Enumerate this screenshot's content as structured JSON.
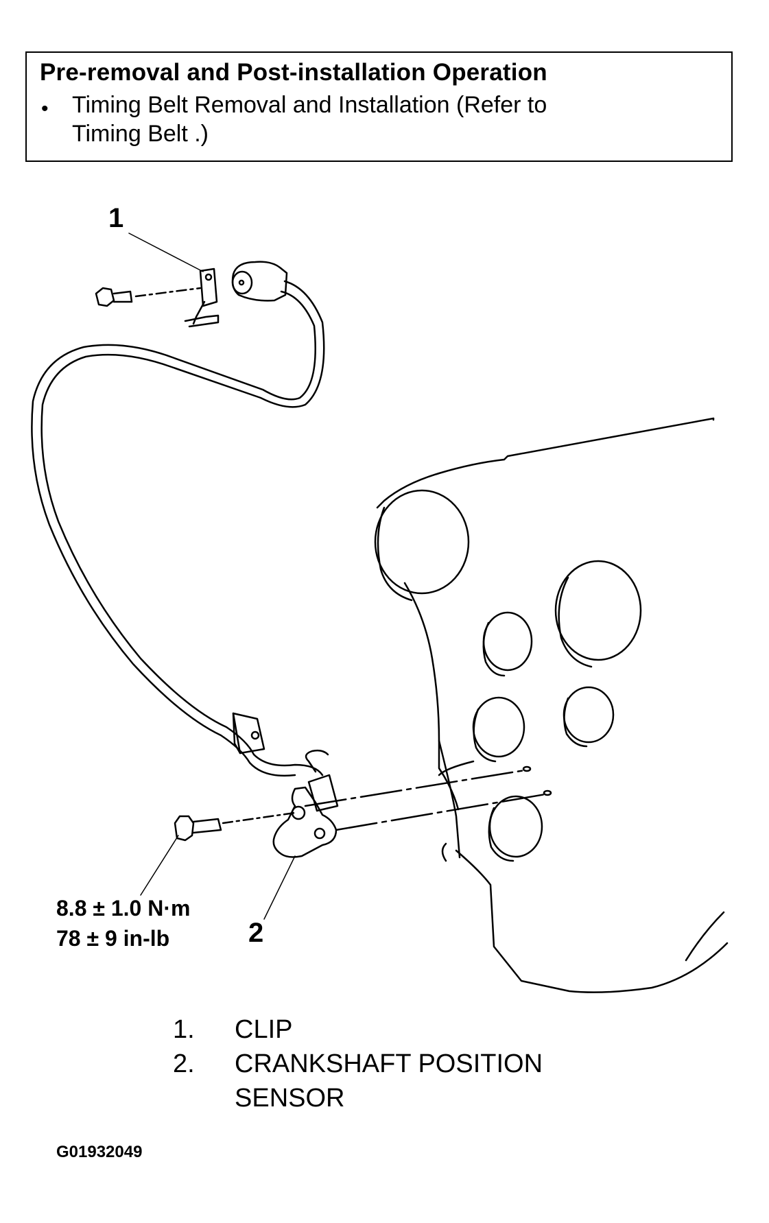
{
  "note": {
    "title": "Pre-removal and Post-installation Operation",
    "bullet": "•",
    "line1": "Timing Belt Removal and Installation (Refer to",
    "line2": "Timing Belt .)"
  },
  "callouts": {
    "clip": "1",
    "sensor": "2"
  },
  "torque": {
    "metric": "8.8 ± 1.0 N·m",
    "imperial": "78 ± 9 in-lb"
  },
  "legend": [
    {
      "num": "1.",
      "label": "CLIP"
    },
    {
      "num": "2.",
      "label": "CRANKSHAFT POSITION"
    },
    {
      "num": "",
      "label": "SENSOR"
    }
  ],
  "figure_id": "G01932049"
}
